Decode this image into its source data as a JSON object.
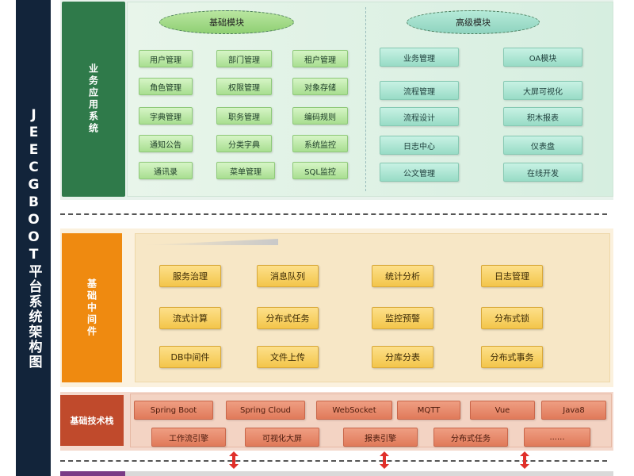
{
  "title": "JEECGBOOT平台系统架构图",
  "business": {
    "label": "业务应用系统",
    "basic_module": "基础模块",
    "advanced_module": "高级模块",
    "basic_items": [
      "用户管理",
      "部门管理",
      "租户管理",
      "角色管理",
      "权限管理",
      "对象存储",
      "字典管理",
      "职务管理",
      "编码规则",
      "通知公告",
      "分类字典",
      "系统监控",
      "通讯录",
      "菜单管理",
      "SQL监控"
    ],
    "advanced_items": [
      "业务管理",
      "OA模块",
      "流程管理",
      "大屏可视化",
      "流程设计",
      "积木报表",
      "日志中心",
      "仪表盘",
      "公文管理",
      "在线开发"
    ]
  },
  "middleware": {
    "label": "基础中间件",
    "items": [
      "服务治理",
      "消息队列",
      "统计分析",
      "日志管理",
      "流式计算",
      "分布式任务",
      "监控预警",
      "分布式锁",
      "DB中间件",
      "文件上传",
      "分库分表",
      "分布式事务"
    ]
  },
  "tech": {
    "label": "基础技术栈",
    "row1": [
      "Spring Boot",
      "Spring Cloud",
      "WebSocket",
      "MQTT",
      "Vue",
      "Java8"
    ],
    "row2": [
      "工作流引擎",
      "可视化大屏",
      "报表引擎",
      "分布式任务",
      "......"
    ]
  },
  "colors": {
    "title_bg": "#12243a",
    "business_label": "#2f7a4a",
    "middleware_label": "#ef8a10",
    "tech_label": "#c04a2c",
    "arrow": "#e0302a"
  }
}
